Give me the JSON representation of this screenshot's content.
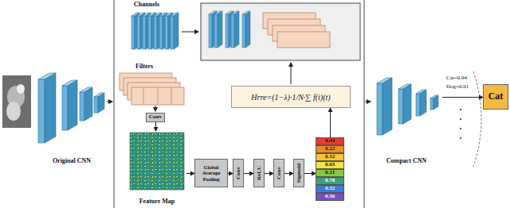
{
  "diagram": {
    "nodes": [
      {
        "text": [
          "Original CNN"
        ]
      },
      {
        "text": [
          "Conv"
        ]
      },
      {
        "text": [
          "Feature Map"
        ]
      },
      {
        "text": [
          "Global Average Pooling"
        ]
      },
      {
        "text": [
          "Conv"
        ]
      },
      {
        "text": [
          "ReLU"
        ]
      },
      {
        "text": [
          "Conv"
        ]
      },
      {
        "text": [
          "Sigmoid"
        ]
      },
      {
        "text": [
          "0.43"
        ]
      },
      {
        "text": [
          "0.22"
        ]
      },
      {
        "text": [
          "0.12"
        ]
      },
      {
        "text": [
          "0.65"
        ]
      },
      {
        "text": [
          "0.21"
        ]
      },
      {
        "text": [
          "0.78"
        ]
      },
      {
        "text": [
          "0.32"
        ]
      },
      {
        "text": [
          "0.56"
        ]
      },
      {
        "text": [
          "Hrre=(1−λ)·1/N·∑ f(i)(t)"
        ]
      },
      {
        "text": [
          "Compact CNN"
        ]
      },
      {
        "text": [
          "Cat"
        ]
      }
    ],
    "edges": [
      {
        "from": 1,
        "to": 2,
        "arrow": "to"
      },
      {
        "from": 2,
        "to": 3,
        "arrow": "to"
      },
      {
        "from": 3,
        "to": 4,
        "arrow": "to"
      },
      {
        "from": 4,
        "to": 5,
        "arrow": "to"
      },
      {
        "from": 5,
        "to": 6,
        "arrow": "to"
      },
      {
        "from": 6,
        "to": 7,
        "arrow": "to"
      },
      {
        "from": 7,
        "to": 12,
        "arrow": "to"
      },
      {
        "from": 8,
        "to": 16,
        "arrow": "to"
      },
      {
        "from": 17,
        "to": 18,
        "arrow": "to"
      }
    ],
    "labels": [
      "Channels",
      "Filters",
      "Cat=0.94",
      "Dog=0.01"
    ]
  }
}
